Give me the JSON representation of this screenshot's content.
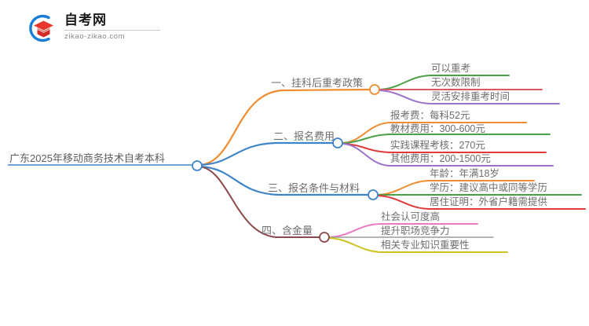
{
  "logo": {
    "title": "自考网",
    "subtitle": "zikao-zikao.com",
    "mark_outer_color": "#1a7fd4",
    "mark_cap_color": "#e8362a"
  },
  "mindmap": {
    "root": {
      "label": "广东2025年移动商务技术自考本科",
      "color": "#3d85c8"
    },
    "branches": [
      {
        "index": "1",
        "label": "一、挂科后重考政策",
        "color": "#ef8c30",
        "children": [
          {
            "label": "可以重考",
            "color": "#4aa045"
          },
          {
            "label": "无次数限制",
            "color": "#e0585f"
          },
          {
            "label": "灵活安排重考时间",
            "color": "#9b72c9"
          }
        ]
      },
      {
        "index": "2",
        "label": "二、报名费用",
        "color": "#3d85c8",
        "children": [
          {
            "label": "报考费：每科52元",
            "color": "#ef8c30"
          },
          {
            "label": "教材费用：300-600元",
            "color": "#4aa045"
          },
          {
            "label": "实践课程考核：270元",
            "color": "#e03a3a"
          },
          {
            "label": "其他费用：200-1500元",
            "color": "#9b72c9"
          }
        ]
      },
      {
        "index": "3",
        "label": "三、报名条件与材料",
        "color": "#3d85c8",
        "children": [
          {
            "label": "年龄：年满18岁",
            "color": "#ef8c30"
          },
          {
            "label": "学历：建议高中或同等学历",
            "color": "#4aa045"
          },
          {
            "label": "居住证明：外省户籍需提供",
            "color": "#e03a3a"
          }
        ]
      },
      {
        "index": "4",
        "label": "四、含金量",
        "color": "#8b4a4a",
        "children": [
          {
            "label": "社会认可度高",
            "color": "#e87cc0"
          },
          {
            "label": "提升职场竞争力",
            "color": "#9a9a9a"
          },
          {
            "label": "相关专业知识重要性",
            "color": "#cfc322"
          }
        ]
      }
    ]
  }
}
